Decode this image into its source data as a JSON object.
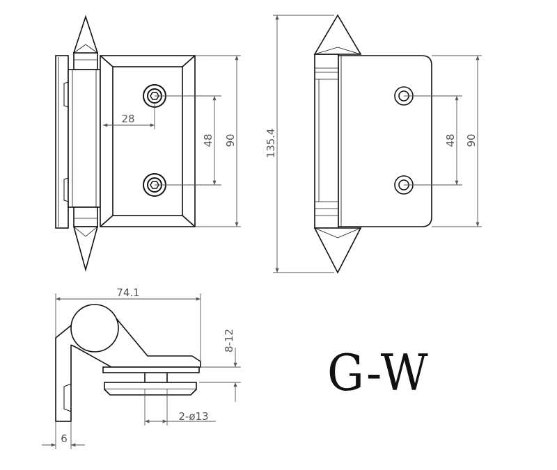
{
  "model_code": "G-W",
  "dimensions": {
    "front_width": "28",
    "front_hole_spacing": "48",
    "front_height": "90",
    "overall_height": "135.4",
    "side_hole_spacing": "48",
    "side_height": "90",
    "top_width": "74.1",
    "glass_thickness": "8-12",
    "holes": "2-ø13",
    "wall_plate": "6"
  },
  "colors": {
    "line": "#111111",
    "dimension": "#555555",
    "background": "#ffffff"
  }
}
